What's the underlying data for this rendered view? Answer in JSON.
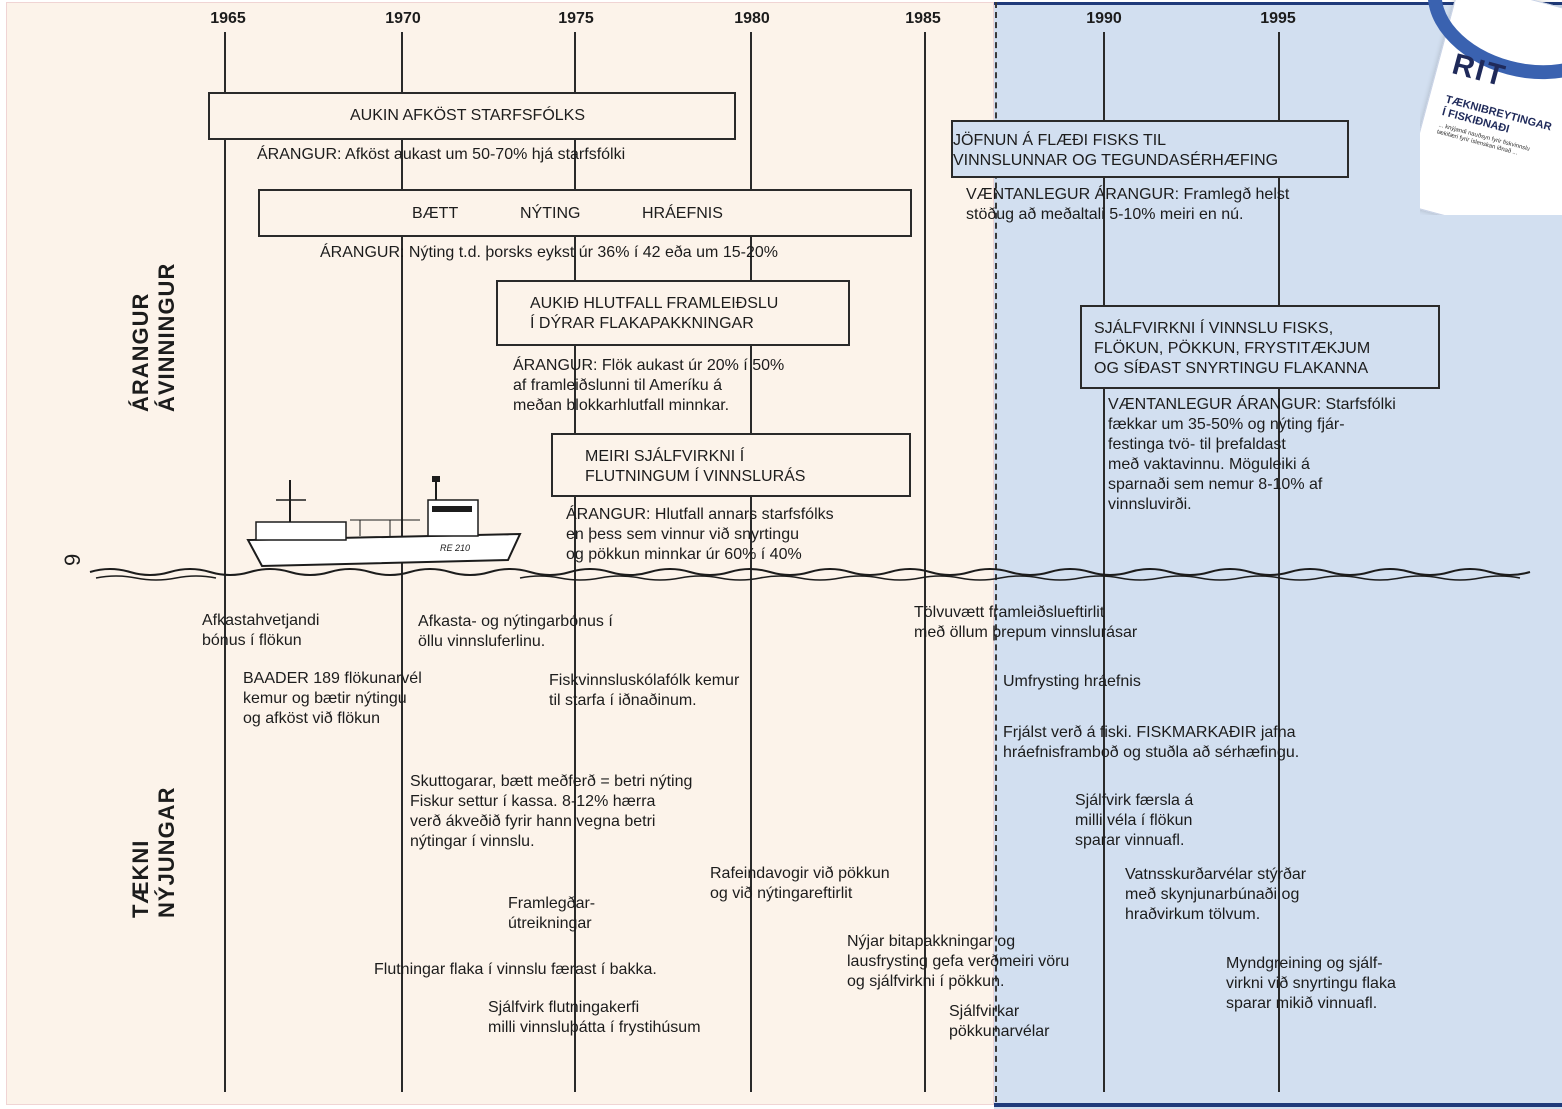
{
  "years": [
    "1965",
    "1970",
    "1975",
    "1980",
    "1985",
    "1990",
    "1995"
  ],
  "side_labels": {
    "arangur": "ÁRANGUR\nÁVINNINGUR",
    "taekni": "TÆKNI\nNÝJUNGAR",
    "page_number": "9"
  },
  "boxes": {
    "afkost": "AUKIN AFKÖST STARFSFÓLKS",
    "nyting_1": "BÆTT",
    "nyting_2": "NÝTING",
    "nyting_3": "HRÁEFNIS",
    "hlutfall": "AUKIÐ HLUTFALL FRAMLEIÐSLU\nÍ DÝRAR FLAKAPAKKNINGAR",
    "flutningum": "MEIRI SJÁLFVIRKNI Í\nFLUTNINGUM Í VINNSLURÁS",
    "jofnun": "JÖFNUN Á FLÆÐI FISKS TIL\nVINNSLUNNAR OG TEGUNDASÉRHÆFING",
    "sjalfvirkni": "SJÁLFVIRKNI Í VINNSLU FISKS,\nFLÖKUN, PÖKKUN, FRYSTITÆKJUM\nOG SÍÐAST SNYRTINGU FLAKANNA"
  },
  "results": {
    "afkost": "ÁRANGUR: Afköst aukast um 50-70% hjá starfsfólki",
    "nyting": "ÁRANGUR: Nýting t.d. þorsks eykst úr 36% í 42 eða um 15-20%",
    "hlutfall": "ÁRANGUR: Flök aukast úr 20% í 50%\naf framleiðslunni til Ameríku á\nmeðan blokkarhlutfall minnkar.",
    "flutningum": "ÁRANGUR: Hlutfall annars starfsfólks\nen þess sem vinnur við snyrtingu\nog pökkun minnkar úr 60% í 40%",
    "jofnun": "VÆNTANLEGUR ÁRANGUR: Framlegð helst\nstöðug að meðaltali 5-10% meiri en nú.",
    "sjalfvirkni": "VÆNTANLEGUR ÁRANGUR: Starfsfólki\nfækkar um 35-50% og nýting fjár-\nfestinga tvö- til þrefaldast\nmeð vaktavinnu. Möguleiki á\nsparnaði sem nemur 8-10% af\nvinnsluvirði."
  },
  "ship_label": "RE 210",
  "innovations": {
    "afkastahvetjandi": "Afkastahvetjandi\nbónus í flökun",
    "afkasta_nyting": "Afkasta- og nýtingarbónus í\nöllu vinnsluferlinu.",
    "tolvuvaett": "Tölvuvætt framleiðslueftirlit\nmeð öllum þrepum vinnslurásar",
    "baader": "BAADER 189 flökunarvél\nkemur og bætir nýtingu\nog afköst við flökun",
    "skolafolk": "Fiskvinnsluskólafólk kemur\ntil starfa í iðnaðinum.",
    "umfrysting": "Umfrysting hráefnis",
    "frjalst_verd": "Frjálst verð á fiski. FISKMARKAÐIR jafna\nhráefnisframboð og stuðla að sérhæfingu.",
    "skuttogarar": "Skuttogarar, bætt meðferð = betri nýting\nFiskur settur í kassa. 8-12% hærra\nverð ákveðið fyrir hann vegna betri\nnýtingar í vinnslu.",
    "faersla": "Sjálfvirk færsla á\nmilli véla í flökun\nsparar vinnuafl.",
    "vatnsskurdar": "Vatnsskurðarvélar stýrðar\nmeð skynjunarbúnaði og\nhraðvirkum tölvum.",
    "rafeindavogir": "Rafeindavogir við pökkun\nog við nýtingareftirlit",
    "framlegdar": "Framlegðar-\nútreikningar",
    "bitapakkningar": "Nýjar bitapakkningar og\nlausfrysting gefa verðmeiri vöru\nog sjálfvirkni í pökkun.",
    "myndgreining": "Myndgreining og sjálf-\nvirkni við snyrtingu flaka\nsparar mikið vinnuafl.",
    "flutningar_flaka": "Flutningar flaka í vinnslu færast í bakka.",
    "sjalfvirk_flutning": "Sjálfvirk flutningakerfi\nmilli vinnsluþátta í frystihúsum",
    "pokkunarvelar": "Sjálfvirkar\npökkunarvélar"
  },
  "cover": {
    "logo": "RIT",
    "title": "TÆKNIBREYTINGAR\nÍ FISKIÐNAÐI",
    "small": "... knýjandi nauðsyn fyrir fiskvinnslu\ntækifæri fyrir íslenskan iðnað ..."
  }
}
